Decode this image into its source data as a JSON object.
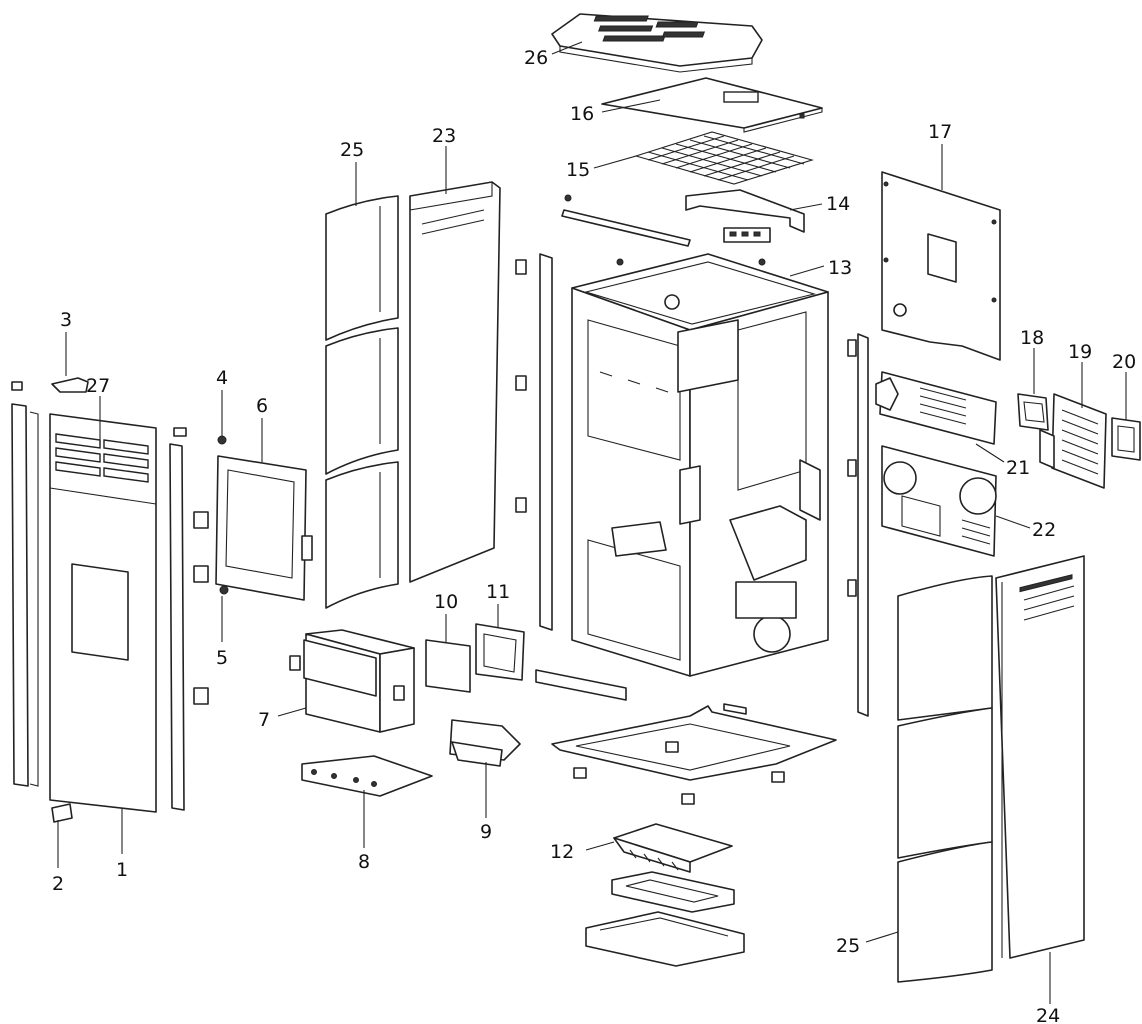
{
  "callouts": [
    {
      "id": "p1",
      "label": "1"
    },
    {
      "id": "p2",
      "label": "2"
    },
    {
      "id": "p3",
      "label": "3"
    },
    {
      "id": "p4",
      "label": "4"
    },
    {
      "id": "p5",
      "label": "5"
    },
    {
      "id": "p6",
      "label": "6"
    },
    {
      "id": "p7",
      "label": "7"
    },
    {
      "id": "p8",
      "label": "8"
    },
    {
      "id": "p9",
      "label": "9"
    },
    {
      "id": "p10",
      "label": "10"
    },
    {
      "id": "p11",
      "label": "11"
    },
    {
      "id": "p12",
      "label": "12"
    },
    {
      "id": "p13",
      "label": "13"
    },
    {
      "id": "p14",
      "label": "14"
    },
    {
      "id": "p15",
      "label": "15"
    },
    {
      "id": "p16",
      "label": "16"
    },
    {
      "id": "p17",
      "label": "17"
    },
    {
      "id": "p18",
      "label": "18"
    },
    {
      "id": "p19",
      "label": "19"
    },
    {
      "id": "p20",
      "label": "20"
    },
    {
      "id": "p21",
      "label": "21"
    },
    {
      "id": "p22",
      "label": "22"
    },
    {
      "id": "p23",
      "label": "23"
    },
    {
      "id": "p24",
      "label": "24"
    },
    {
      "id": "p25a",
      "label": "25"
    },
    {
      "id": "p25b",
      "label": "25"
    },
    {
      "id": "p26",
      "label": "26"
    },
    {
      "id": "p27",
      "label": "27"
    }
  ]
}
